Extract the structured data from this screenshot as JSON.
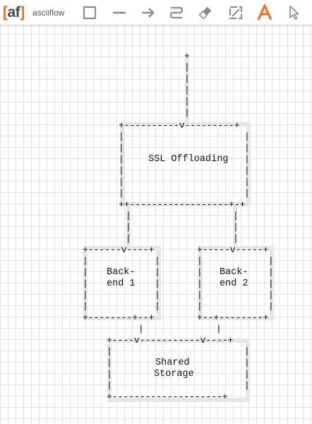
{
  "app": {
    "logo_text": "af",
    "logo_open": "[",
    "logo_close": "]",
    "name": "asciiflow"
  },
  "toolbar": {
    "tools": [
      {
        "name": "box-tool",
        "icon": "square-icon"
      },
      {
        "name": "line-tool",
        "icon": "line-icon"
      },
      {
        "name": "arrow-tool",
        "icon": "arrow-icon"
      },
      {
        "name": "freeform-tool",
        "icon": "freeform-icon"
      },
      {
        "name": "erase-tool",
        "icon": "eraser-icon"
      },
      {
        "name": "resize-tool",
        "icon": "resize-icon"
      },
      {
        "name": "text-tool",
        "icon": "text-a-icon",
        "active": true
      },
      {
        "name": "select-tool",
        "icon": "cursor-icon"
      }
    ],
    "accent": "#f06a1f"
  },
  "diagram": {
    "ssl_box": {
      "top": "+----------v---------+",
      "bottom": "++------------------+-+",
      "label": "SSL Offloading"
    },
    "backend1": {
      "top": "+------v----+",
      "bottom": "+--------+--+",
      "label_line1": "Back-",
      "label_line2": "end 1"
    },
    "backend2": {
      "top": "+-----v-----+",
      "bottom": "+--+--------+",
      "label_line1": "Back-",
      "label_line2": "end 2"
    },
    "storage": {
      "top": "+----v-----------v----+",
      "bottom": "+--------------------+",
      "label_line1": "Shared",
      "label_line2": "Storage"
    },
    "entry_point": "+",
    "line_char": "|",
    "highlight_color": "#e6e6e6"
  }
}
